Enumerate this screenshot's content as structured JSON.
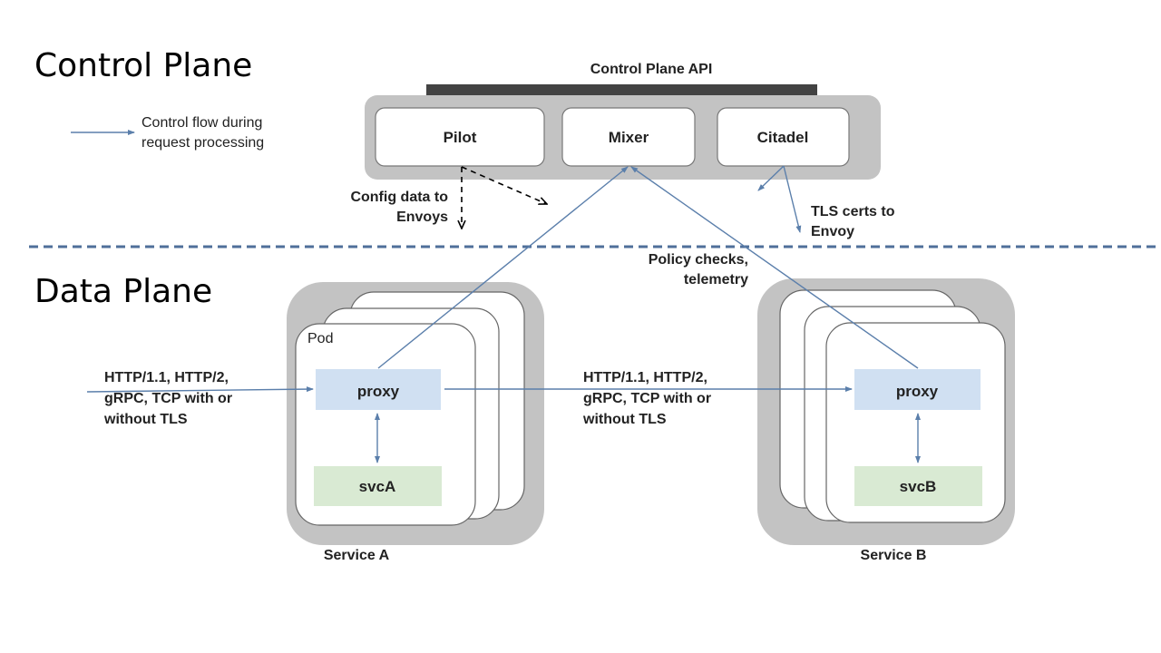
{
  "sections": {
    "control_plane": "Control Plane",
    "data_plane": "Data Plane"
  },
  "legend": {
    "line1": "Control flow during",
    "line2": "request processing",
    "color": "#5b7fab"
  },
  "control_plane_api": {
    "label": "Control Plane API",
    "components": [
      {
        "name": "Pilot"
      },
      {
        "name": "Mixer"
      },
      {
        "name": "Citadel"
      }
    ]
  },
  "annotations": {
    "config": [
      "Config data to",
      "Envoys"
    ],
    "tls": [
      "TLS certs to",
      "Envoy"
    ],
    "policy": [
      "Policy checks,",
      "telemetry"
    ],
    "ingress_protocols": [
      "HTTP/1.1, HTTP/2,",
      "gRPC, TCP with or",
      "without TLS"
    ],
    "mesh_protocols": [
      "HTTP/1.1, HTTP/2,",
      "gRPC, TCP with or",
      "without TLS"
    ]
  },
  "services": [
    {
      "name": "Service A",
      "pod_label": "Pod",
      "proxy": "proxy",
      "app": "svcA"
    },
    {
      "name": "Service B",
      "pod_label": "",
      "proxy": "proxy",
      "app": "svcB"
    }
  ],
  "colors": {
    "proxy": "#d0e0f2",
    "app": "#d9ead3",
    "container": "#c3c3c3",
    "api_bar": "#434343",
    "divider": "#4f6f9a",
    "arrow": "#5b7fab"
  }
}
